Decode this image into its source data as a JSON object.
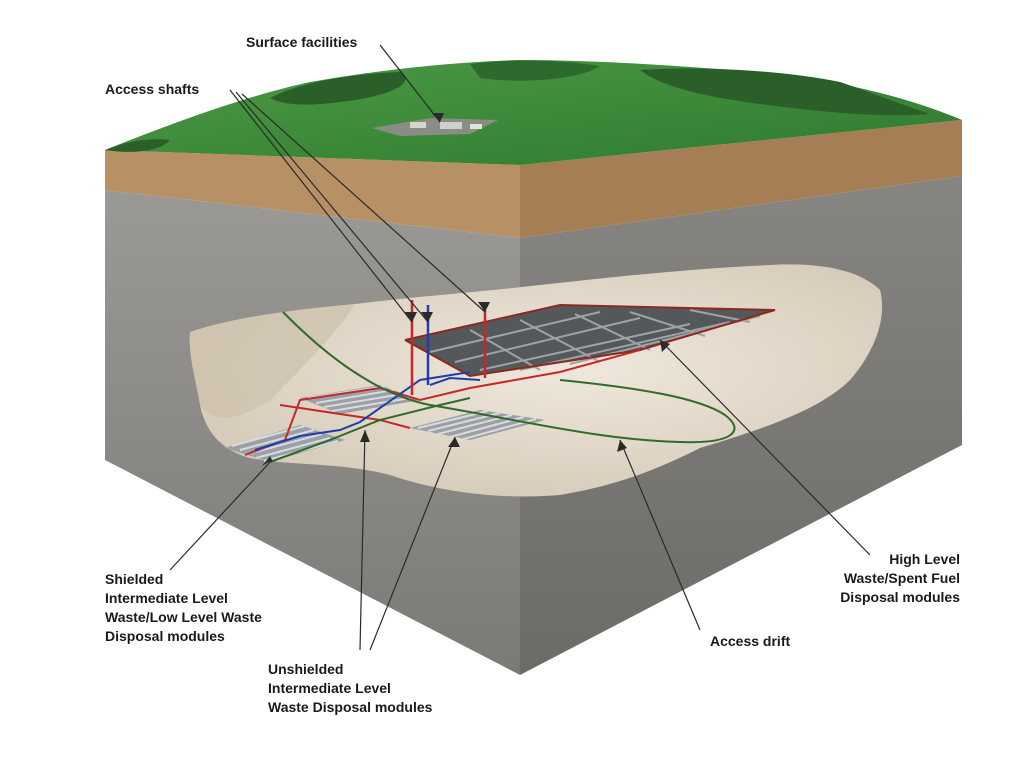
{
  "labels": {
    "surface_facilities": "Surface facilities",
    "access_shafts": "Access shafts",
    "shielded_modules": [
      "Shielded",
      "Intermediate Level",
      "Waste/Low Level Waste",
      "Disposal modules"
    ],
    "unshielded_modules": [
      "Unshielded",
      "Intermediate Level",
      "Waste Disposal modules"
    ],
    "access_drift": "Access drift",
    "high_level_modules": [
      "High Level",
      "Waste/Spent Fuel",
      "Disposal modules"
    ]
  },
  "colors": {
    "grass": "#3f8a3a",
    "soil": "#b48a5e",
    "rock_left": "#8e8c88",
    "rock_right": "#7d7b77",
    "cavern": "#e6ddcf",
    "shaft_red": "#c62828",
    "shaft_blue": "#1f3fa8",
    "drift_green": "#2f6b2a",
    "module_gray": "#a9b0b6",
    "hlw_panel": "#4b4e50",
    "text": "#1a1a1a"
  }
}
